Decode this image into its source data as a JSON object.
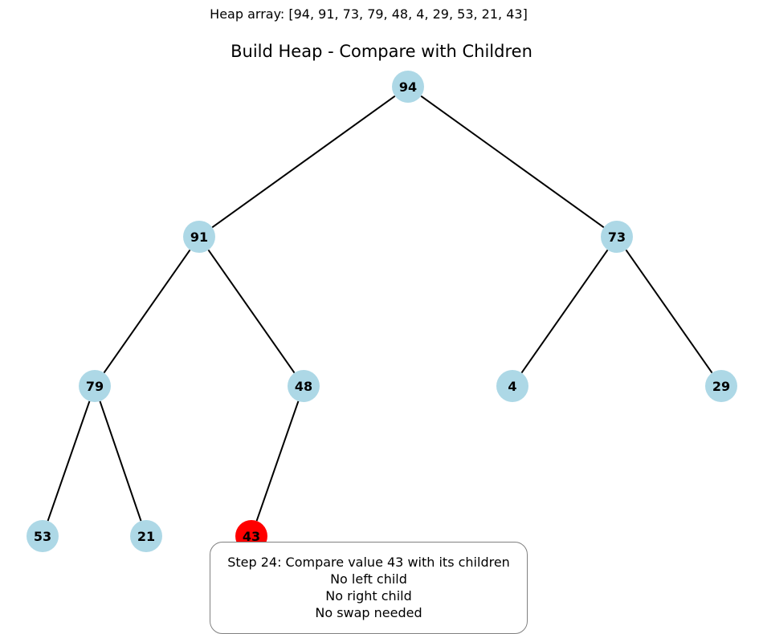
{
  "heap_array_label": "Heap array: [94, 91, 73, 79, 48, 4, 29, 53, 21, 43]",
  "title": "Build Heap - Compare with Children",
  "colors": {
    "node_default": "#add8e6",
    "node_current": "#ff0000",
    "edge": "#000000"
  },
  "tree": {
    "nodes": [
      {
        "value": "94",
        "state": "default"
      },
      {
        "value": "91",
        "state": "default"
      },
      {
        "value": "73",
        "state": "default"
      },
      {
        "value": "79",
        "state": "default"
      },
      {
        "value": "48",
        "state": "default"
      },
      {
        "value": "4",
        "state": "default"
      },
      {
        "value": "29",
        "state": "default"
      },
      {
        "value": "53",
        "state": "default"
      },
      {
        "value": "21",
        "state": "default"
      },
      {
        "value": "43",
        "state": "current"
      }
    ]
  },
  "step_box": {
    "lines": [
      "Step 24: Compare value 43 with its children",
      "No left child",
      "No right child",
      "No swap needed"
    ]
  }
}
